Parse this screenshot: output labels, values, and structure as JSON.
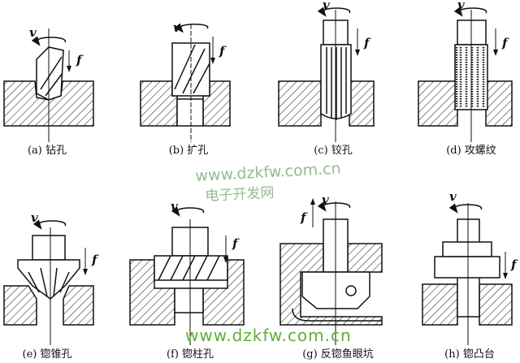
{
  "symbols": {
    "speed": "v",
    "feed": "f"
  },
  "captions": [
    {
      "id": "a",
      "text": "(a)  钻孔"
    },
    {
      "id": "b",
      "text": "(b)  扩孔"
    },
    {
      "id": "c",
      "text": "(c)  铰孔"
    },
    {
      "id": "d",
      "text": "(d)  攻螺纹"
    },
    {
      "id": "e",
      "text": "(e)  锪锥孔"
    },
    {
      "id": "f",
      "text": "(f)  锪柱孔"
    },
    {
      "id": "g",
      "text": "(g)  反锪鱼眼坑"
    },
    {
      "id": "h",
      "text": "(h)  锪凸台"
    }
  ],
  "watermark": {
    "line1": "www.dzkfw.com.cn",
    "line2": "电子开发网",
    "bottom": "www.dzkfw.com.cn"
  }
}
